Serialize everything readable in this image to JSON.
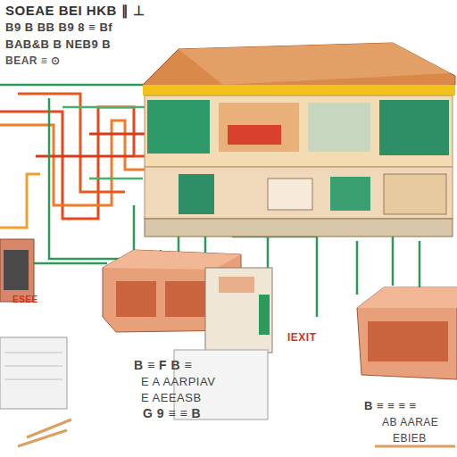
{
  "diagram": {
    "labels": [
      "SOEAE BEI HKB ∥ ⊥",
      "B9 B BB B9 8 ≡ Bf",
      "BAB&B B ΝΕΒ9 B",
      "BEAR ≡ ⊙",
      "ESEE",
      "IEXIT",
      "B ≡ F B ≡",
      "E A AARPIAV",
      "E AEEASB",
      "G 9 ≡ ≡ B",
      "B ≡ ≡ ≡ ≡",
      "AB AARAE",
      "EBIEB"
    ]
  }
}
